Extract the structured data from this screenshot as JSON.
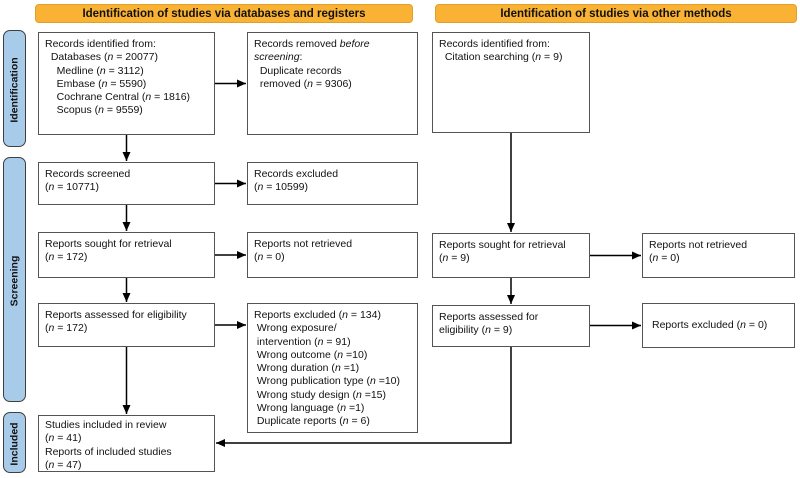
{
  "headers": {
    "databases": "Identification of studies via databases and registers",
    "other_methods": "Identification of studies via other methods"
  },
  "stage_labels": {
    "identification": "Identification",
    "screening": "Screening",
    "included": "Included"
  },
  "colors": {
    "header_bg": "#F9B233",
    "header_border": "#DFA02A",
    "stage_bg": "#A7CBE8",
    "stage_border": "#3F3F3F",
    "box_border": "#545454",
    "arrow": "#000000"
  },
  "boxes": {
    "records_identified_db": {
      "lines": [
        "Records identified from:",
        "  Databases (*n* = 20077)",
        "    Medline (*n* = 3112)",
        "    Embase (*n* = 5590)",
        "    Cochrane Central (*n* = 1816)",
        "    Scopus (*n* = 9559)"
      ]
    },
    "records_removed": {
      "lines": [
        "Records removed *before*",
        "*screening*:",
        "  Duplicate records",
        "  removed (*n* = 9306)"
      ]
    },
    "records_screened": {
      "lines": [
        "Records screened",
        "(*n* = 10771)"
      ]
    },
    "records_excluded": {
      "lines": [
        "Records excluded",
        "(*n* = 10599)"
      ]
    },
    "reports_sought_db": {
      "lines": [
        "Reports sought for retrieval",
        "(*n* = 172)"
      ]
    },
    "reports_not_retrieved_db": {
      "lines": [
        "Reports not retrieved",
        "(*n* = 0)"
      ]
    },
    "reports_assessed_db": {
      "lines": [
        "Reports assessed for eligibility",
        "(*n* = 172)"
      ]
    },
    "reports_excluded_reasons": {
      "lines": [
        "Reports excluded (*n* = 134)",
        " Wrong exposure/",
        " intervention (*n* = 91)",
        " Wrong outcome (*n* =10)",
        " Wrong duration (*n* =1)",
        " Wrong publication type (*n* =10)",
        " Wrong study design (*n* =15)",
        " Wrong language (*n* =1)",
        " Duplicate reports (*n* = 6)"
      ]
    },
    "studies_included": {
      "lines": [
        "Studies included in review",
        "(*n* = 41)",
        "Reports of included studies",
        "(*n* = 47)"
      ]
    },
    "records_identified_other": {
      "lines": [
        "Records identified from:",
        "  Citation searching (*n* = 9)"
      ]
    },
    "reports_sought_other": {
      "lines": [
        "Reports sought for retrieval",
        "(*n* = 9)"
      ]
    },
    "reports_not_retrieved_other": {
      "lines": [
        "Reports not retrieved",
        "(*n* = 0)"
      ]
    },
    "reports_assessed_other": {
      "lines": [
        "Reports assessed for",
        "eligibility (*n* = 9)"
      ]
    },
    "reports_excluded_other": {
      "lines": [
        "Reports excluded (*n* = 0)"
      ]
    }
  }
}
